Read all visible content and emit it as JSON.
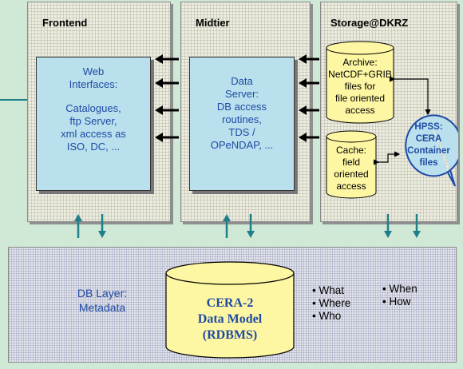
{
  "colors": {
    "background": "#cfe9d6",
    "inner_box": "#b9e0ec",
    "cylinder": "#fdf6a2",
    "blue_text": "#1f4aa5",
    "arrow_teal": "#1f7f88",
    "arrow_black": "#000000"
  },
  "frontend": {
    "title": "Frontend",
    "lines": [
      "Web",
      "Interfaces:",
      "",
      "Catalogues,",
      "ftp Server,",
      "xml access as",
      "ISO, DC, ..."
    ]
  },
  "midtier": {
    "title": "Midtier",
    "lines": [
      "Data",
      "Server:",
      "DB access",
      "routines,",
      "TDS /",
      "OPeNDAP, ..."
    ]
  },
  "storage": {
    "title": "Storage@DKRZ",
    "archive_lines": [
      "Archive:",
      "NetCDF+GRIB",
      "files for",
      "file oriented",
      "access"
    ],
    "cache_lines": [
      "Cache:",
      "field",
      "oriented",
      "access"
    ],
    "hpss_lines": [
      "HPSS:",
      "CERA",
      "Container",
      "files"
    ]
  },
  "db_layer": {
    "label_lines": [
      "DB Layer:",
      "Metadata"
    ],
    "model_lines": [
      "CERA-2",
      "Data Model",
      "(RDBMS)"
    ],
    "bullets_left": [
      "What",
      "Where",
      "Who"
    ],
    "bullets_right": [
      "When",
      "How"
    ]
  },
  "icons": {
    "data_flow_arrow": "arrow-left-icon",
    "vertical_arrow_up": "arrow-up-icon",
    "vertical_arrow_down": "arrow-down-icon"
  }
}
